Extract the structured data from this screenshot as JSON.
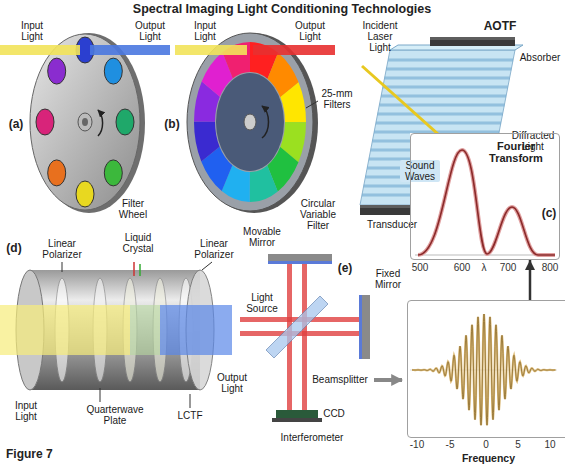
{
  "diagram": {
    "title": "Spectral Imaging Light Conditioning Technologies",
    "caption": "Figure 7",
    "nodes": [
      {
        "text": [
          "Fourier Transform"
        ]
      },
      {
        "text": [
          "Frequency"
        ]
      }
    ],
    "edges": [
      {
        "from": 1,
        "to": 0,
        "arrow": "to"
      }
    ],
    "labels": [
      "Input Light",
      "Output Light",
      "(a)",
      "Filter Wheel",
      "Input Light",
      "Output Light",
      "(b)",
      "25-mm Filters",
      "Circular Variable Filter",
      "Incident Laser Light",
      "AOTF",
      "Absorber",
      "Sound Waves",
      "Diffracted Light",
      "Transducer",
      "(c)",
      "Linear Polarizer",
      "Liquid Crystal",
      "Linear Polarizer",
      "(d)",
      "Input Light",
      "Quarterwave Plate",
      "LCTF",
      "Output Light",
      "Movable Mirror",
      "(e)",
      "Fixed Mirror",
      "Light Source",
      "Beamsplitter",
      "CCD",
      "Interferometer",
      "500",
      "600",
      "λ",
      "700",
      "800",
      "-10",
      "-5",
      "0",
      "5",
      "10"
    ]
  }
}
